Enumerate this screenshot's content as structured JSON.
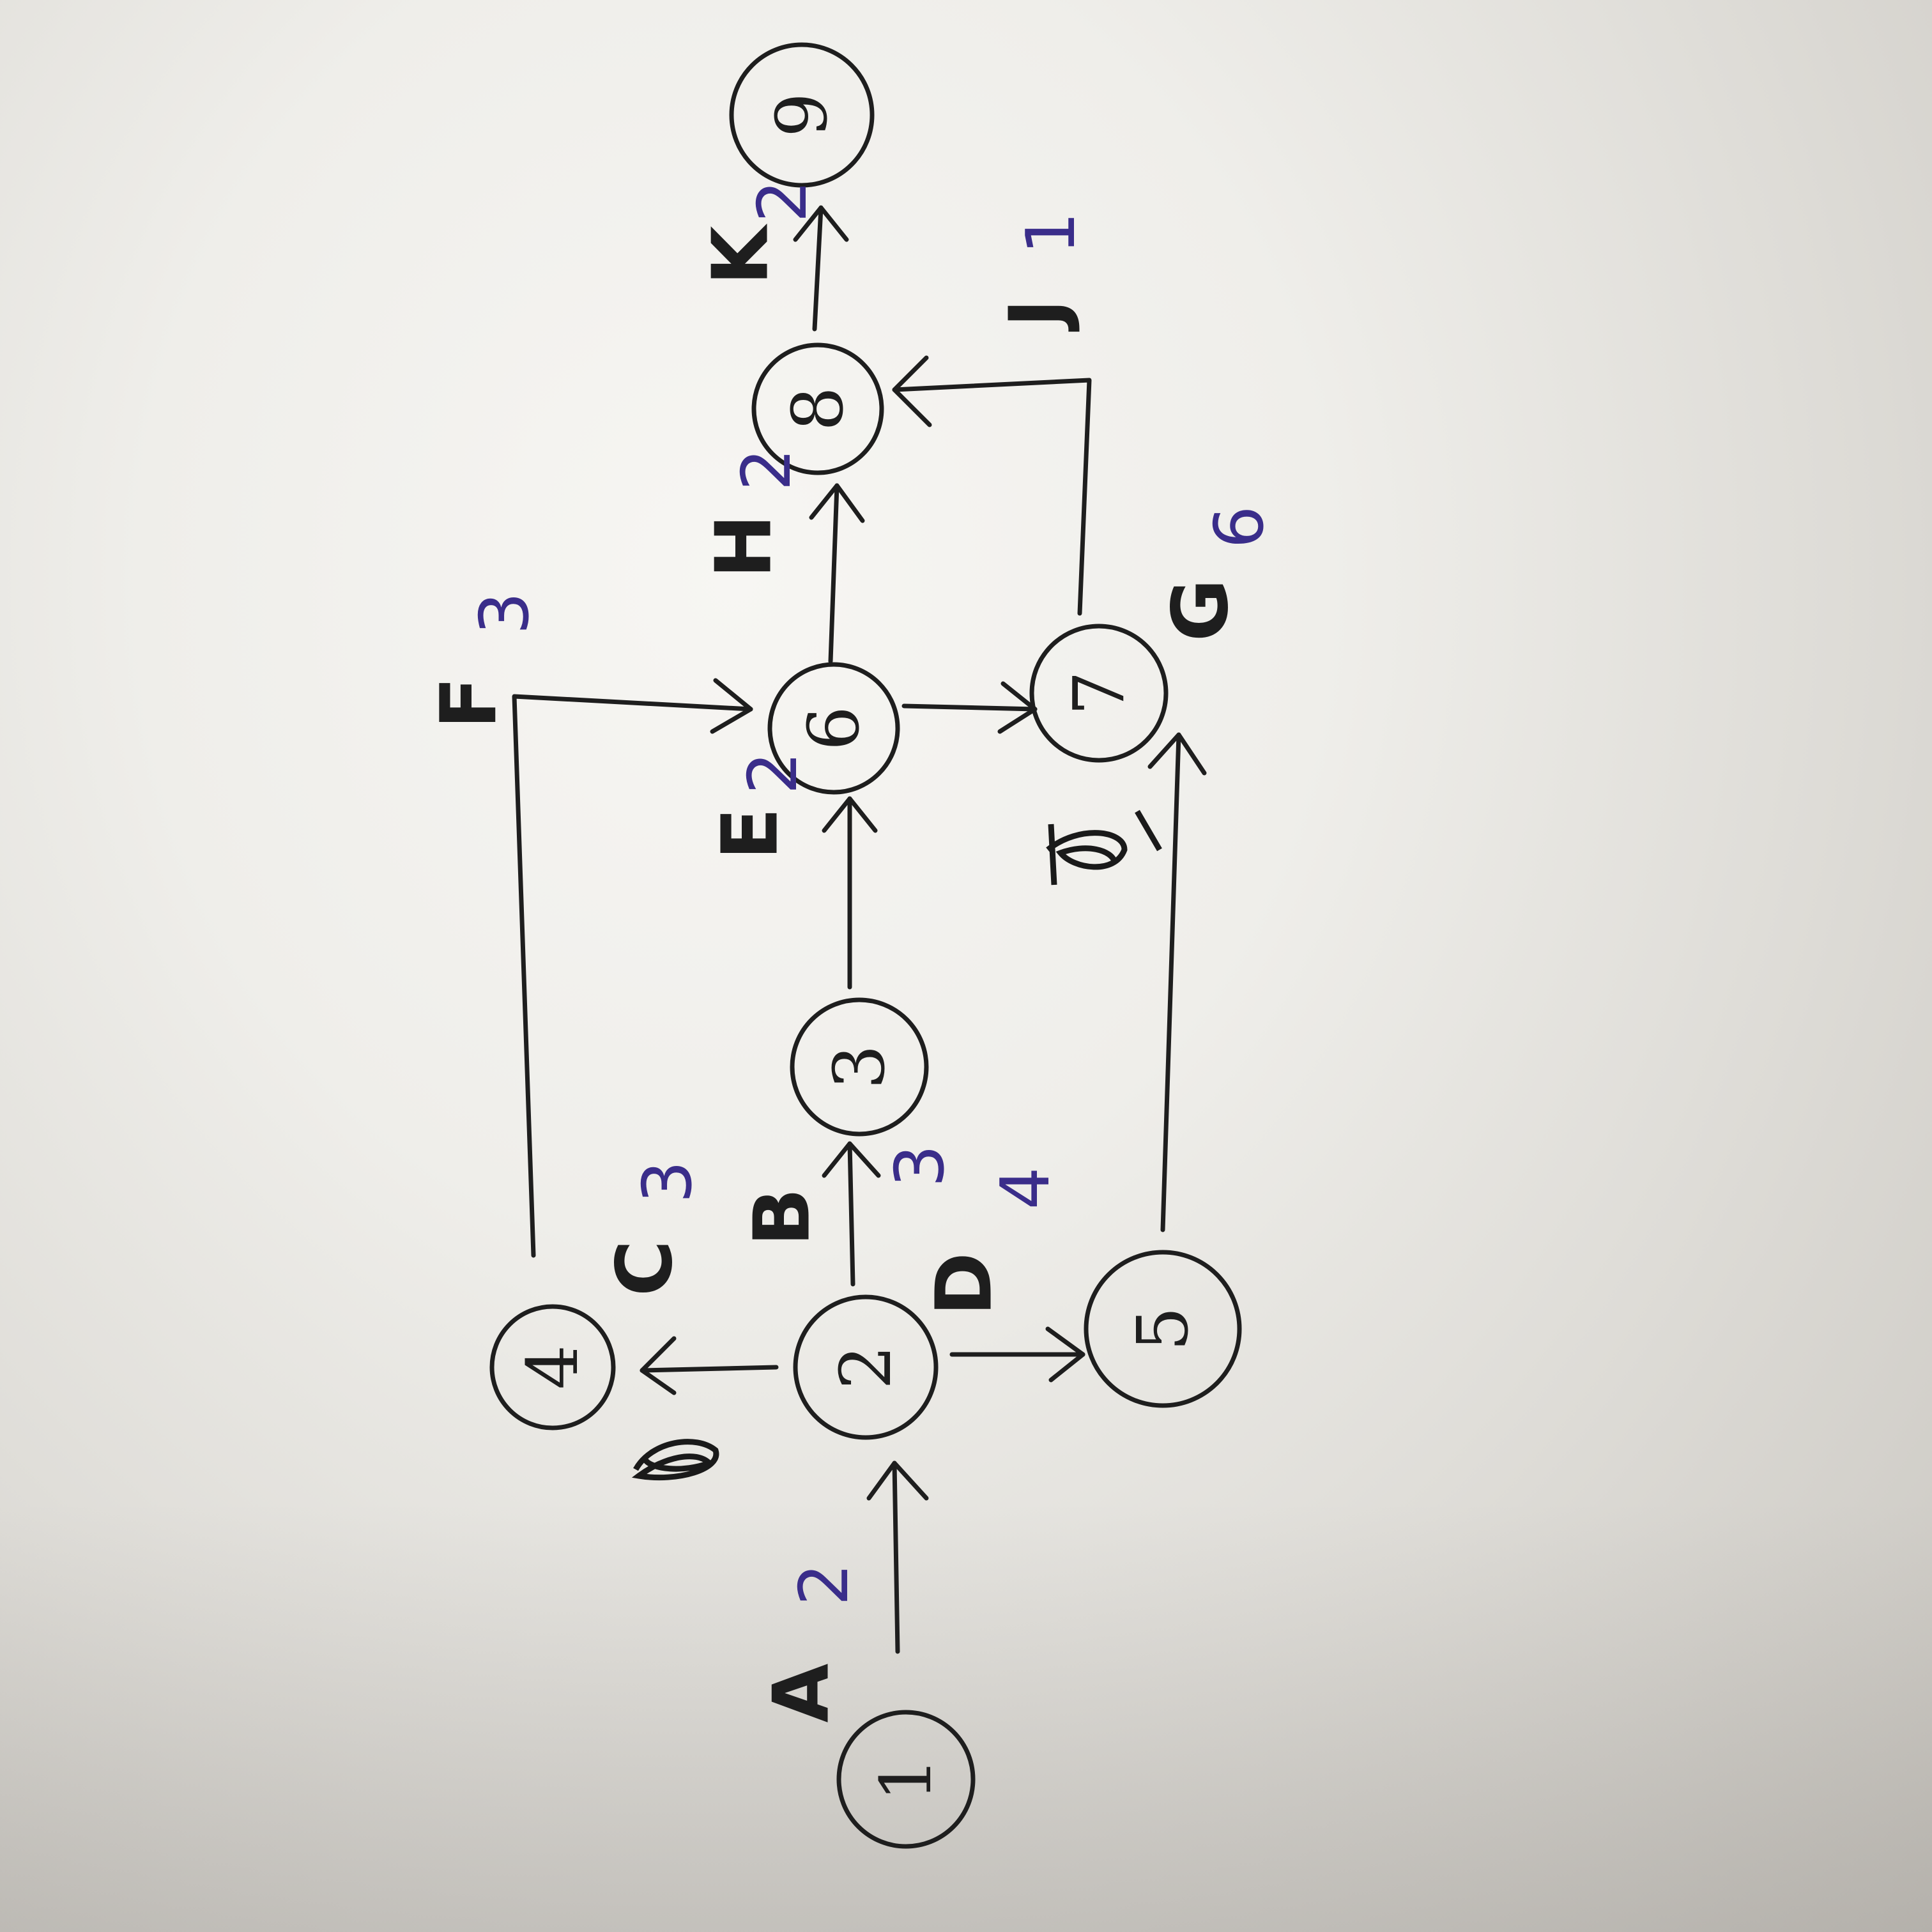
{
  "colors": {
    "ink": "#1e1e1e",
    "duration_ink": "#3a2d8a",
    "paper": "#efeeea"
  },
  "nodes": [
    "1",
    "2",
    "3",
    "4",
    "5",
    "6",
    "7",
    "8",
    "9"
  ],
  "activities": [
    {
      "letter": "A",
      "duration": "2"
    },
    {
      "letter": "B",
      "duration": "3"
    },
    {
      "letter": "C",
      "duration": "3"
    },
    {
      "letter": "D",
      "duration": "4"
    },
    {
      "letter": "E",
      "duration": "2"
    },
    {
      "letter": "F",
      "duration": "3"
    },
    {
      "letter": "G",
      "duration": "6"
    },
    {
      "letter": "H",
      "duration": "2"
    },
    {
      "letter": "J",
      "duration": "1"
    },
    {
      "letter": "K",
      "duration": "2"
    }
  ]
}
